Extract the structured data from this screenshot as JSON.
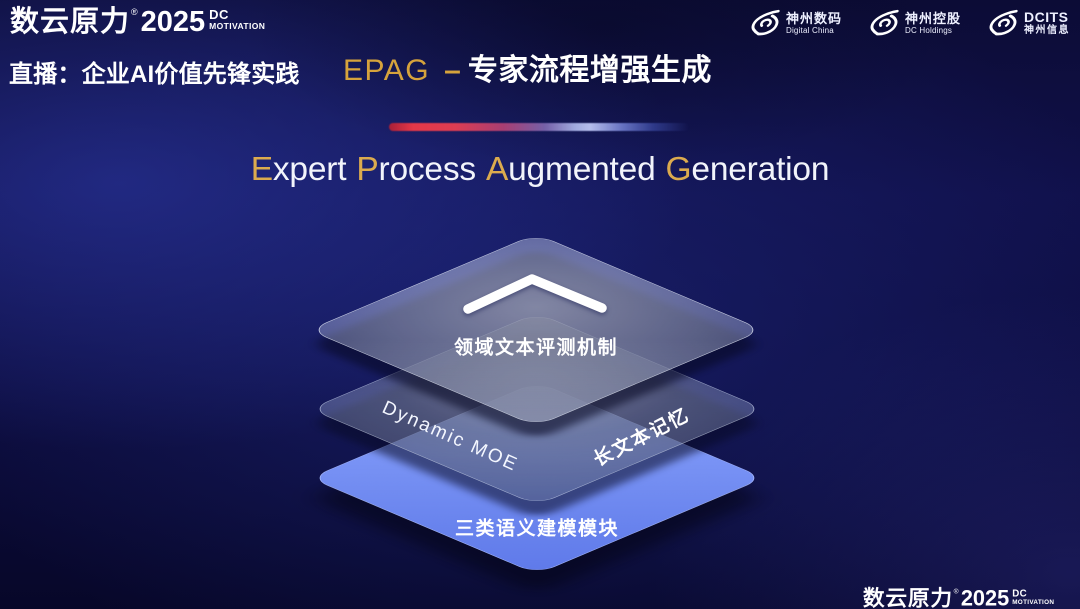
{
  "brand": {
    "cjk": "数云原力",
    "reg": "®",
    "year": "2025",
    "dc": "DC",
    "motivation": "MOTIVATION",
    "subtitle": "直播：企业AI价值先锋实践"
  },
  "title": {
    "en": "EPAG",
    "dash": "–",
    "cn": "专家流程增强生成"
  },
  "partners": [
    {
      "cjk": "神州数码",
      "en": "Digital China"
    },
    {
      "cjk": "神州控股",
      "en": "DC Holdings"
    },
    {
      "en_big": "DCITS",
      "cjk_small": "神州信息"
    }
  ],
  "headline": {
    "words": [
      {
        "cap": "E",
        "rest": "xpert"
      },
      {
        "cap": "P",
        "rest": "rocess"
      },
      {
        "cap": "A",
        "rest": "ugmented"
      },
      {
        "cap": "G",
        "rest": "eneration"
      }
    ]
  },
  "stack": {
    "top_label": "领域文本评测机制",
    "mid_label_left": "Dynamic  MOE",
    "mid_label_right": "长文本记忆",
    "bottom_label": "三类语义建模模块"
  },
  "icons": {
    "partner_logo": "swirl-galaxy-icon",
    "stack_arrow": "chevron-up-icon",
    "registered": "registered-trademark-icon"
  },
  "colors": {
    "accent_gold": "#d9a83e",
    "background_navy": "#0d0d40",
    "bottom_layer_blue": "#5e78ee",
    "divider_red": "#e03242",
    "divider_blue": "#aab4e4"
  }
}
